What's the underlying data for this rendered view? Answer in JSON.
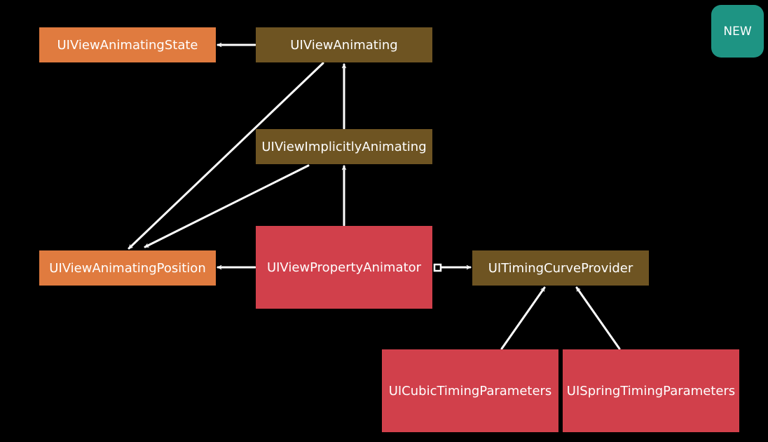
{
  "nodes": {
    "animating_state": "UIViewAnimatingState",
    "animating": "UIViewAnimating",
    "implicitly_animating": "UIViewImplicitlyAnimating",
    "animating_position": "UIViewAnimatingPosition",
    "property_animator": "UIViewPropertyAnimator",
    "timing_curve_provider": "UITimingCurveProvider",
    "cubic_timing_parameters": "UICubicTimingParameters",
    "spring_timing_parameters": "UISpringTimingParameters"
  },
  "badge": {
    "label": "NEW"
  },
  "colors": {
    "background": "#000000",
    "enum_box": "#E07B3F",
    "protocol_box": "#6E5422",
    "class_box": "#D1404B",
    "badge": "#1E9483",
    "arrow": "#FFFFFF"
  }
}
